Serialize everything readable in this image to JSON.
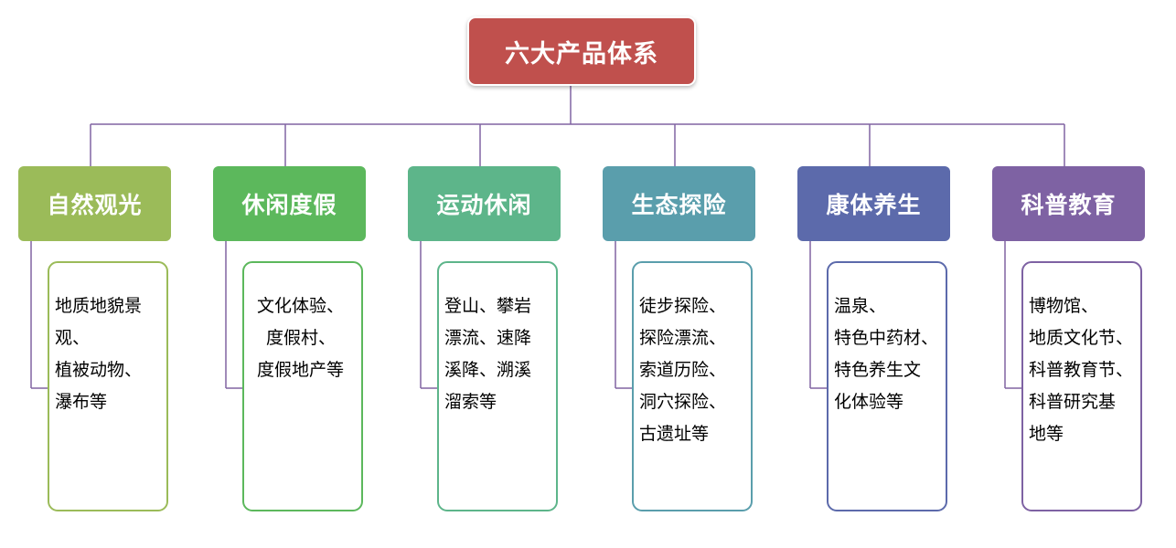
{
  "root": {
    "label": "六大产品体系",
    "color": "#c0504d"
  },
  "connector_color": "#8064a2",
  "categories": [
    {
      "label": "自然观光",
      "color": "#9bbb59",
      "items": [
        "地质地貌景",
        "观、",
        "植被动物、",
        "瀑布等"
      ]
    },
    {
      "label": "休闲度假",
      "color": "#5cb85c",
      "items": [
        "文化体验、",
        "度假村、",
        "度假地产等"
      ]
    },
    {
      "label": "运动休闲",
      "color": "#5db58a",
      "items": [
        "登山、攀岩",
        "漂流、速降",
        "溪降、溯溪",
        "溜索等"
      ]
    },
    {
      "label": "生态探险",
      "color": "#5a9eac",
      "items": [
        "徒步探险、",
        "探险漂流、",
        "索道历险、",
        "洞穴探险、",
        "古遗址等"
      ]
    },
    {
      "label": "康体养生",
      "color": "#5c6aab",
      "items": [
        "温泉、",
        "特色中药材、",
        "特色养生文",
        "化体验等"
      ]
    },
    {
      "label": "科普教育",
      "color": "#7e62a3",
      "items": [
        "博物馆、",
        "地质文化节、",
        "科普教育节、",
        "科普研究基",
        "地等"
      ]
    }
  ]
}
